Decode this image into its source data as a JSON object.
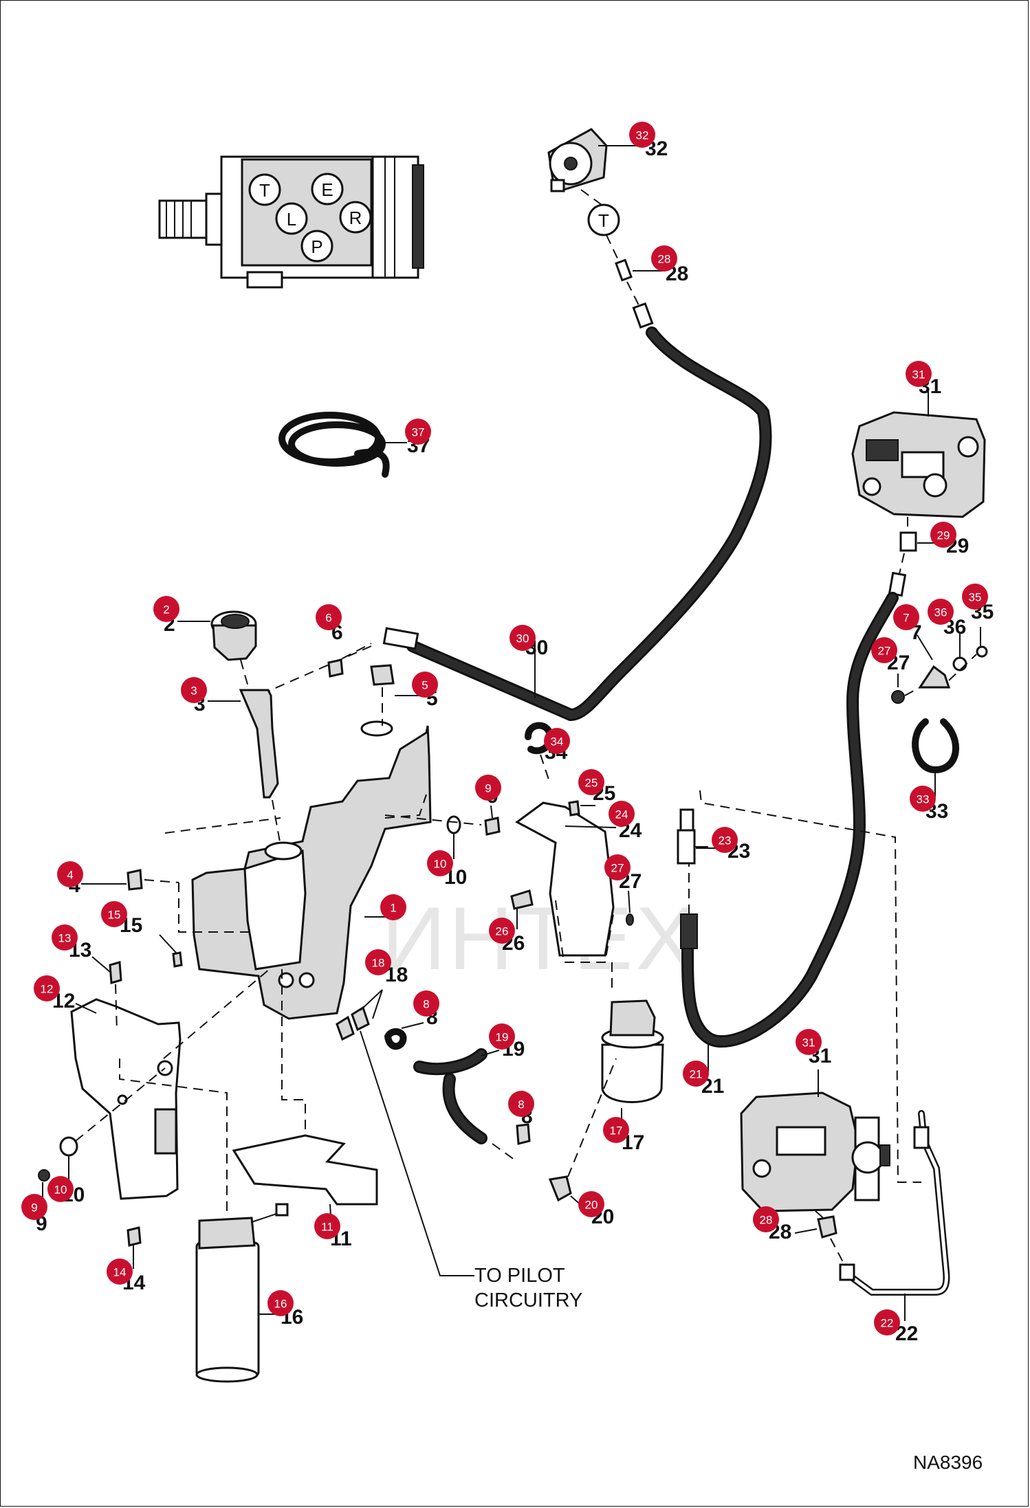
{
  "diagram": {
    "drawing_code": "NA8396",
    "note": "TO PILOT\nCIRCUITRY",
    "port_letters": [
      "T",
      "E",
      "L",
      "R",
      "P"
    ],
    "tank_port": "T",
    "watermark": "ИНТЕХ",
    "callout_color": "#c8102e",
    "callouts": [
      {
        "n": "1"
      },
      {
        "n": "2"
      },
      {
        "n": "3"
      },
      {
        "n": "4"
      },
      {
        "n": "5"
      },
      {
        "n": "6"
      },
      {
        "n": "7"
      },
      {
        "n": "8"
      },
      {
        "n": "8"
      },
      {
        "n": "9"
      },
      {
        "n": "9"
      },
      {
        "n": "10"
      },
      {
        "n": "10"
      },
      {
        "n": "11"
      },
      {
        "n": "12"
      },
      {
        "n": "13"
      },
      {
        "n": "14"
      },
      {
        "n": "15"
      },
      {
        "n": "16"
      },
      {
        "n": "17"
      },
      {
        "n": "18"
      },
      {
        "n": "19"
      },
      {
        "n": "20"
      },
      {
        "n": "21"
      },
      {
        "n": "22"
      },
      {
        "n": "23"
      },
      {
        "n": "24"
      },
      {
        "n": "25"
      },
      {
        "n": "26"
      },
      {
        "n": "27"
      },
      {
        "n": "27"
      },
      {
        "n": "28"
      },
      {
        "n": "28"
      },
      {
        "n": "29"
      },
      {
        "n": "30"
      },
      {
        "n": "31"
      },
      {
        "n": "31"
      },
      {
        "n": "32"
      },
      {
        "n": "33"
      },
      {
        "n": "34"
      },
      {
        "n": "35"
      },
      {
        "n": "36"
      },
      {
        "n": "37"
      }
    ]
  }
}
